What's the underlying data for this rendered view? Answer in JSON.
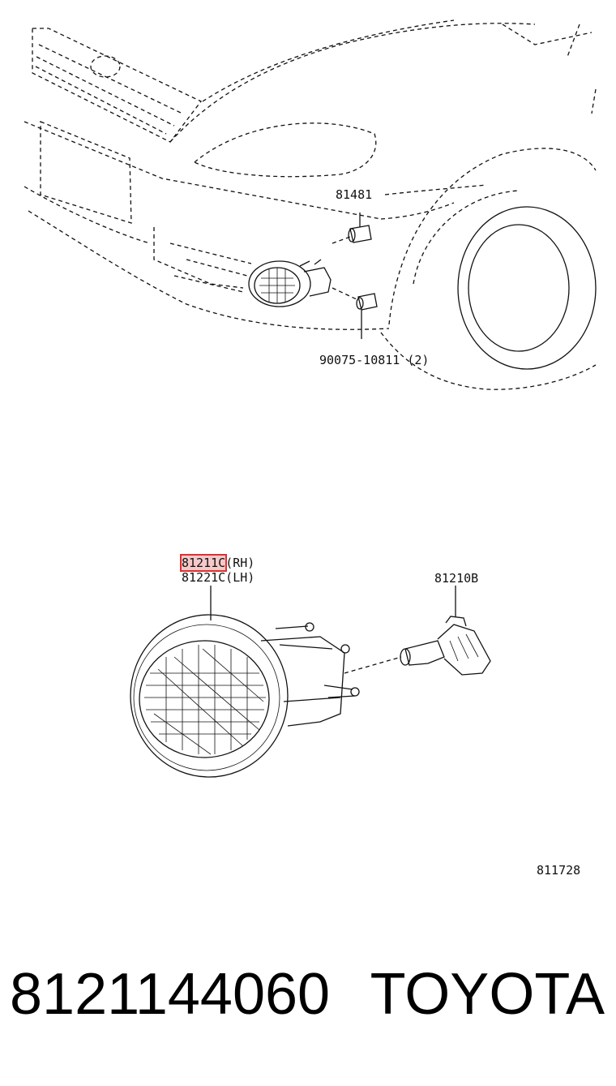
{
  "labels": {
    "clip_top": "81481",
    "bolt": "90075-10811 (2)",
    "lamp_rh_code": "81211C",
    "lamp_rh_side": "(RH)",
    "lamp_lh": "81221C(LH)",
    "bulb": "81210B",
    "figure_id": "811728"
  },
  "footer": {
    "part_number": "8121144060",
    "brand": "TOYOTA"
  },
  "colors": {
    "highlight_fill": "#f6c9c9",
    "highlight_border": "#e03030"
  }
}
